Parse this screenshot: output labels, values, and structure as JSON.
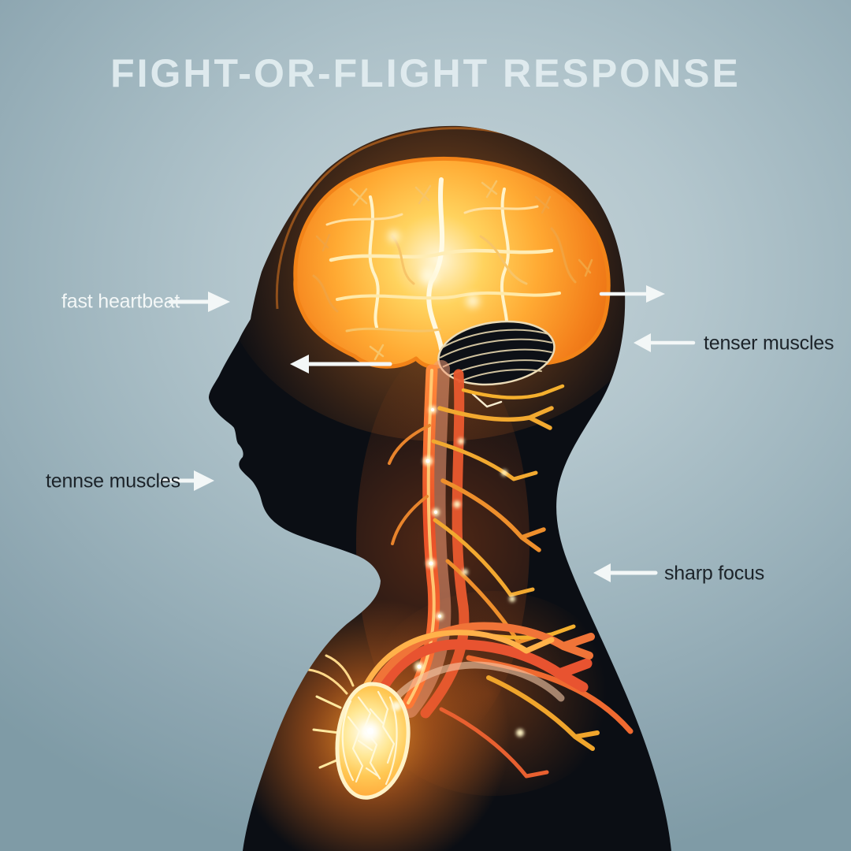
{
  "title": "FIGHT-OR-FLIGHT RESPONSE",
  "labels": [
    {
      "id": "fast-heartbeat",
      "text": "fast heartbeat",
      "tone": "light",
      "arrow": "right"
    },
    {
      "id": "tenser-muscles",
      "text": "tenser muscles",
      "tone": "dark",
      "arrow": "left"
    },
    {
      "id": "tennse-muscles",
      "text": "tennse muscles",
      "tone": "dark",
      "arrow": "right"
    },
    {
      "id": "sharp-focus",
      "text": "sharp focus",
      "tone": "dark",
      "arrow": "left"
    }
  ],
  "figure_parts": [
    "head-silhouette",
    "glowing-brain",
    "cerebellum",
    "spinal-cord-nerves",
    "glowing-heart"
  ],
  "colors": {
    "background": "#a9bfc7",
    "silhouette": "#0b0e14",
    "title_text": "#e2edf0",
    "label_dark": "#1c2329",
    "label_light": "#f3f7f7",
    "arrow_white": "#f3f7f7",
    "brain_glow": "#ffb13d",
    "brain_outline": "#f28318",
    "nerve_red": "#e84f28",
    "nerve_yellow": "#f2a930",
    "heart_core": "#fffdf0"
  }
}
